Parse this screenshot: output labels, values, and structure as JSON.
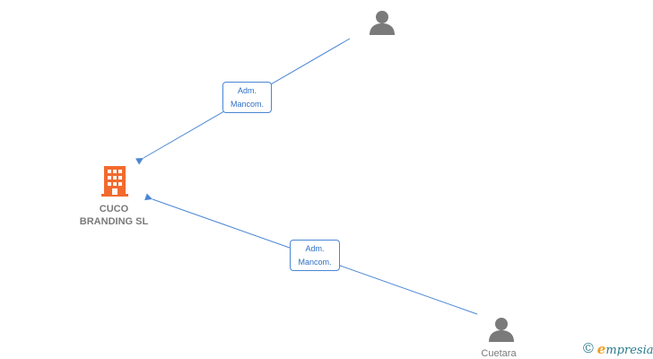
{
  "company": {
    "name_line1": "CUCO",
    "name_line2": "BRANDING  SL",
    "icon": "building-icon",
    "icon_color": "#f26a2e"
  },
  "persons": [
    {
      "name": "",
      "icon": "person-icon"
    },
    {
      "name": "Cuetara",
      "icon": "person-icon"
    }
  ],
  "relations": [
    {
      "label_line1": "Adm.",
      "label_line2": "Mancom."
    },
    {
      "label_line1": "Adm.",
      "label_line2": "Mancom."
    }
  ],
  "colors": {
    "edge": "#4a86d4",
    "person": "#7a7a7a",
    "text": "#7a7a7a"
  },
  "footer": {
    "copyright": "©",
    "brand_initial": "e",
    "brand_rest": "mpresia"
  }
}
